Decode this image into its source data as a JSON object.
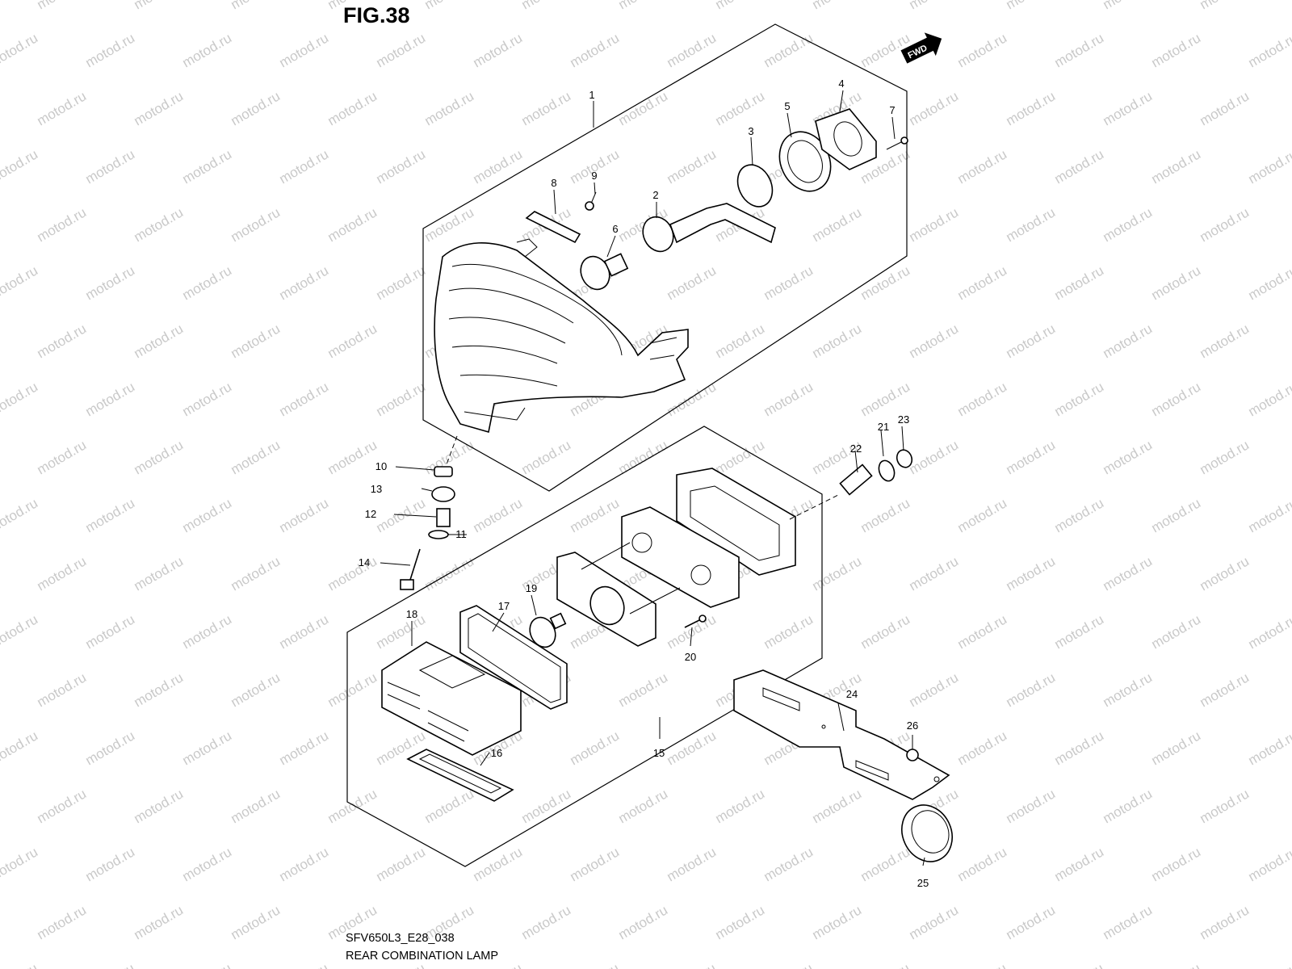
{
  "figure": {
    "title": "FIG.38",
    "code": "SFV650L3_E28_038",
    "name": "REAR COMBINATION LAMP",
    "fwd_label": "FWD"
  },
  "watermark": {
    "text": "motod.ru"
  },
  "callouts": [
    {
      "id": "1",
      "label": "1"
    },
    {
      "id": "2",
      "label": "2"
    },
    {
      "id": "3",
      "label": "3"
    },
    {
      "id": "4",
      "label": "4"
    },
    {
      "id": "5",
      "label": "5"
    },
    {
      "id": "6",
      "label": "6"
    },
    {
      "id": "7",
      "label": "7"
    },
    {
      "id": "8",
      "label": "8"
    },
    {
      "id": "9",
      "label": "9"
    },
    {
      "id": "10",
      "label": "10"
    },
    {
      "id": "11",
      "label": "11"
    },
    {
      "id": "12",
      "label": "12"
    },
    {
      "id": "13",
      "label": "13"
    },
    {
      "id": "14",
      "label": "14"
    },
    {
      "id": "15",
      "label": "15"
    },
    {
      "id": "16",
      "label": "16"
    },
    {
      "id": "17",
      "label": "17"
    },
    {
      "id": "18",
      "label": "18"
    },
    {
      "id": "19",
      "label": "19"
    },
    {
      "id": "20",
      "label": "20"
    },
    {
      "id": "21",
      "label": "21"
    },
    {
      "id": "22",
      "label": "22"
    },
    {
      "id": "23",
      "label": "23"
    },
    {
      "id": "24",
      "label": "24"
    },
    {
      "id": "25",
      "label": "25"
    },
    {
      "id": "26",
      "label": "26"
    }
  ]
}
